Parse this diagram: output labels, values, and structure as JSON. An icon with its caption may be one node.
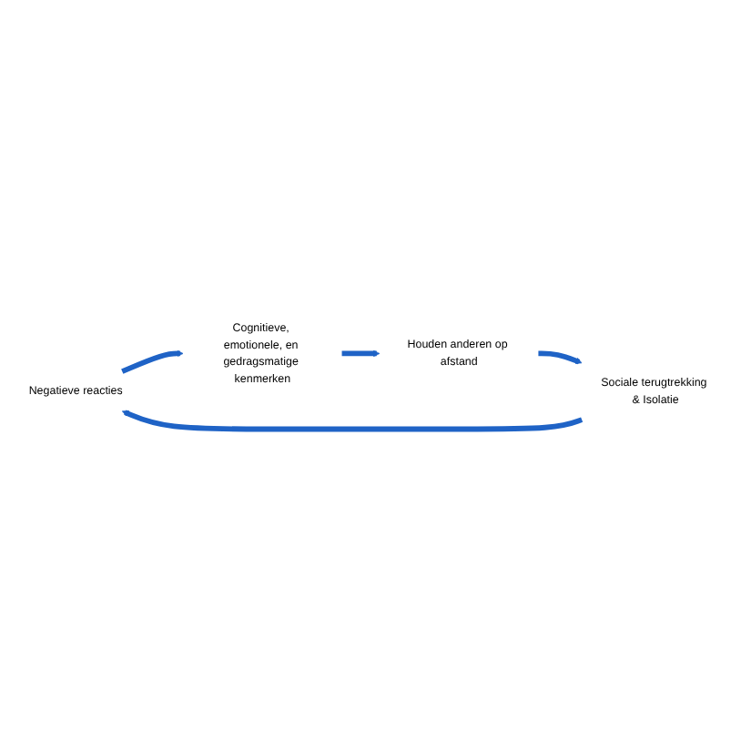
{
  "diagram": {
    "nodes": [
      {
        "text": [
          "Negatieve reacties"
        ]
      },
      {
        "text": [
          "Cognitieve, emotionele, en gedragsmatige kenmerken"
        ]
      },
      {
        "text": [
          "Houden anderen op afstand"
        ]
      },
      {
        "text": [
          "Sociale terugtrekking & Isolatie"
        ]
      }
    ],
    "edges": [
      {
        "from": 0,
        "to": 1,
        "arrow": "to"
      },
      {
        "from": 1,
        "to": 2,
        "arrow": "to"
      },
      {
        "from": 2,
        "to": 3,
        "arrow": "to"
      },
      {
        "from": 3,
        "to": 0,
        "arrow": "to"
      }
    ]
  }
}
